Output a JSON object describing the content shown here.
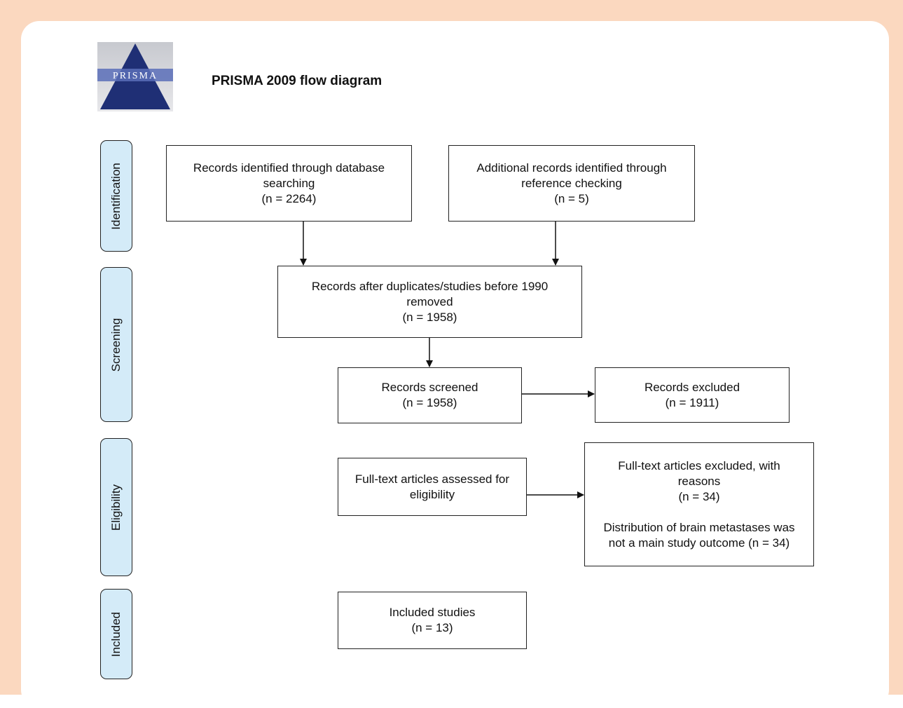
{
  "header": {
    "logo_text": "PRISMA",
    "title": "PRISMA 2009 flow diagram"
  },
  "phases": {
    "identification": "Identification",
    "screening": "Screening",
    "eligibility": "Eligibility",
    "included": "Included"
  },
  "boxes": {
    "database": {
      "line1": "Records identified through database",
      "line2": "searching",
      "count": "(n = 2264)"
    },
    "additional": {
      "line1": "Additional records identified through",
      "line2": "reference checking",
      "count": "(n = 5)"
    },
    "deduplicated": {
      "line1": "Records after duplicates/studies before 1990",
      "line2": "removed",
      "count": "(n = 1958)"
    },
    "screened": {
      "line1": "Records screened",
      "count": "(n = 1958)"
    },
    "excluded": {
      "line1": "Records excluded",
      "count": "(n = 1911)"
    },
    "fulltext": {
      "line1": "Full-text articles assessed for",
      "line2": "eligibility"
    },
    "fulltext_excluded": {
      "line1": "Full-text articles excluded, with",
      "line2": "reasons",
      "count": "(n = 34)",
      "reason_line1": "Distribution of brain metastases was",
      "reason_line2": "not a main study outcome (n = 34)"
    },
    "included": {
      "line1": "Included studies",
      "count": "(n = 13)"
    }
  },
  "colors": {
    "frame": "#fbd8bf",
    "phase_fill": "#d4ebf8",
    "logo_triangle": "#1f2f75",
    "logo_band": "#5b6fb8"
  }
}
